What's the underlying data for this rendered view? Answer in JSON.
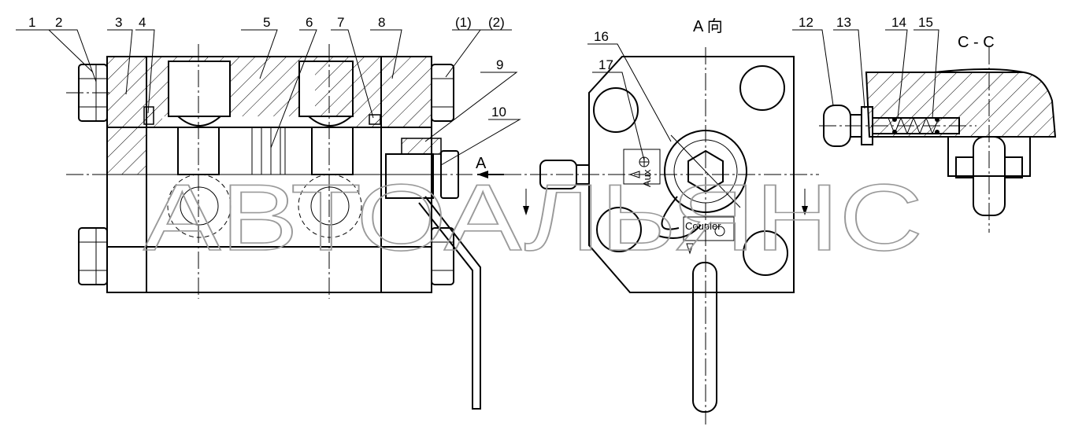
{
  "part_numbers": [
    "1",
    "2",
    "3",
    "4",
    "5",
    "6",
    "7",
    "8",
    "(1)",
    "(2)",
    "9",
    "10",
    "16",
    "17",
    "12",
    "13",
    "14",
    "15"
  ],
  "view_labels": {
    "view_a_title": "A 向",
    "section_title": "C - C",
    "section_arrow": "A"
  },
  "plate_labels": {
    "aux": "Aux",
    "coupler": "Coupler"
  },
  "watermark": "АВТОАЛЬЯНС",
  "colors": {
    "line": "#000000",
    "watermark": "#9a9a9a",
    "background": "#ffffff"
  }
}
